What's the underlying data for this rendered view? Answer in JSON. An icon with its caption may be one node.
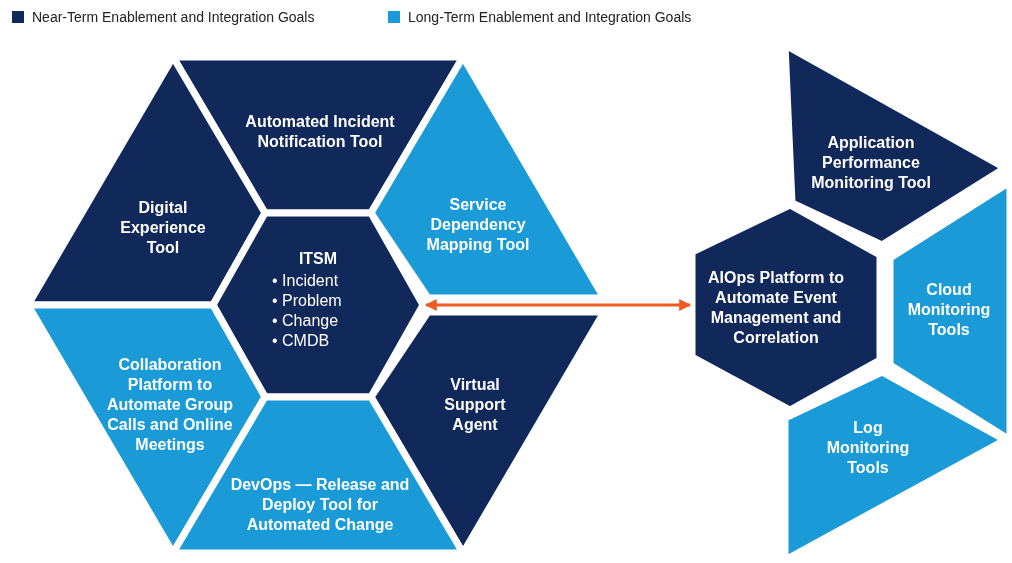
{
  "diagram": {
    "nodes": [
      {
        "text": [
          "Automated Incident Notification Tool"
        ]
      },
      {
        "text": [
          "Digital Experience Tool"
        ]
      },
      {
        "text": [
          "Service Dependency Mapping Tool"
        ]
      },
      {
        "text": [
          "ITSM",
          "• Incident",
          "• Problem",
          "• Change",
          "• CMDB"
        ]
      },
      {
        "text": [
          "Collaboration Platform to Automate Group Calls and Online Meetings"
        ]
      },
      {
        "text": [
          "Virtual Support Agent"
        ]
      },
      {
        "text": [
          "DevOps — Release and Deploy Tool for Automated Change"
        ]
      },
      {
        "text": [
          "Application Performance Monitoring Tool"
        ]
      },
      {
        "text": [
          "AIOps Platform to Automate Event Management and Correlation"
        ]
      },
      {
        "text": [
          "Cloud Monitoring Tools"
        ]
      },
      {
        "text": [
          "Log Monitoring Tools"
        ]
      }
    ],
    "edges": [
      {
        "from": 3,
        "to": 8,
        "arrow": "both",
        "color": "#f05a22"
      }
    ],
    "legend": [
      {
        "text": "Near-Term Enablement and Integration Goals",
        "color": "#10285a"
      },
      {
        "text": "Long-Term Enablement and Integration Goals",
        "color": "#1a9bd7"
      }
    ]
  }
}
